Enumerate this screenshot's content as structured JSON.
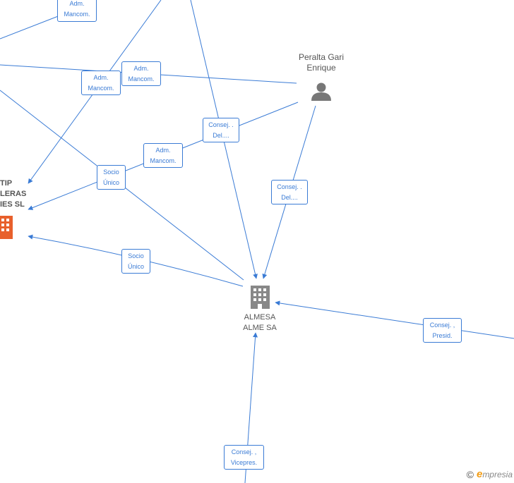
{
  "nodes": {
    "person": {
      "name_line1": "Peralta Gari",
      "name_line2": "Enrique",
      "icon": "person-icon"
    },
    "almesa": {
      "name_line1": "ALMESA",
      "name_line2": "ALME SA",
      "icon": "building-icon"
    },
    "left_company": {
      "line1": "TIP",
      "line2": "LERAS",
      "line3": "IES  SL",
      "icon": "building-icon"
    }
  },
  "edges": [
    {
      "id": "e1",
      "line1": "Adm.",
      "line2": "Mancom."
    },
    {
      "id": "e2",
      "line1": "Adm.",
      "line2": "Mancom."
    },
    {
      "id": "e3",
      "line1": "Adm.",
      "line2": "Mancom."
    },
    {
      "id": "e4",
      "line1": "Consej. .",
      "line2": "Del...."
    },
    {
      "id": "e5",
      "line1": "Adm.",
      "line2": "Mancom."
    },
    {
      "id": "e6",
      "line1": "Socio",
      "line2": "Único"
    },
    {
      "id": "e7",
      "line1": "Consej. .",
      "line2": "Del...."
    },
    {
      "id": "e8",
      "line1": "Socio",
      "line2": "Único"
    },
    {
      "id": "e9",
      "line1": "Consej. ,",
      "line2": "Presid."
    },
    {
      "id": "e10",
      "line1": "Consej. ,",
      "line2": "Vicepres."
    }
  ],
  "brand": {
    "copyright": "©",
    "initial": "e",
    "rest": "mpresia"
  },
  "colors": {
    "edge": "#3a7bd5",
    "person_icon": "#777777",
    "almesa_icon": "#888888",
    "left_icon": "#e8602c"
  }
}
